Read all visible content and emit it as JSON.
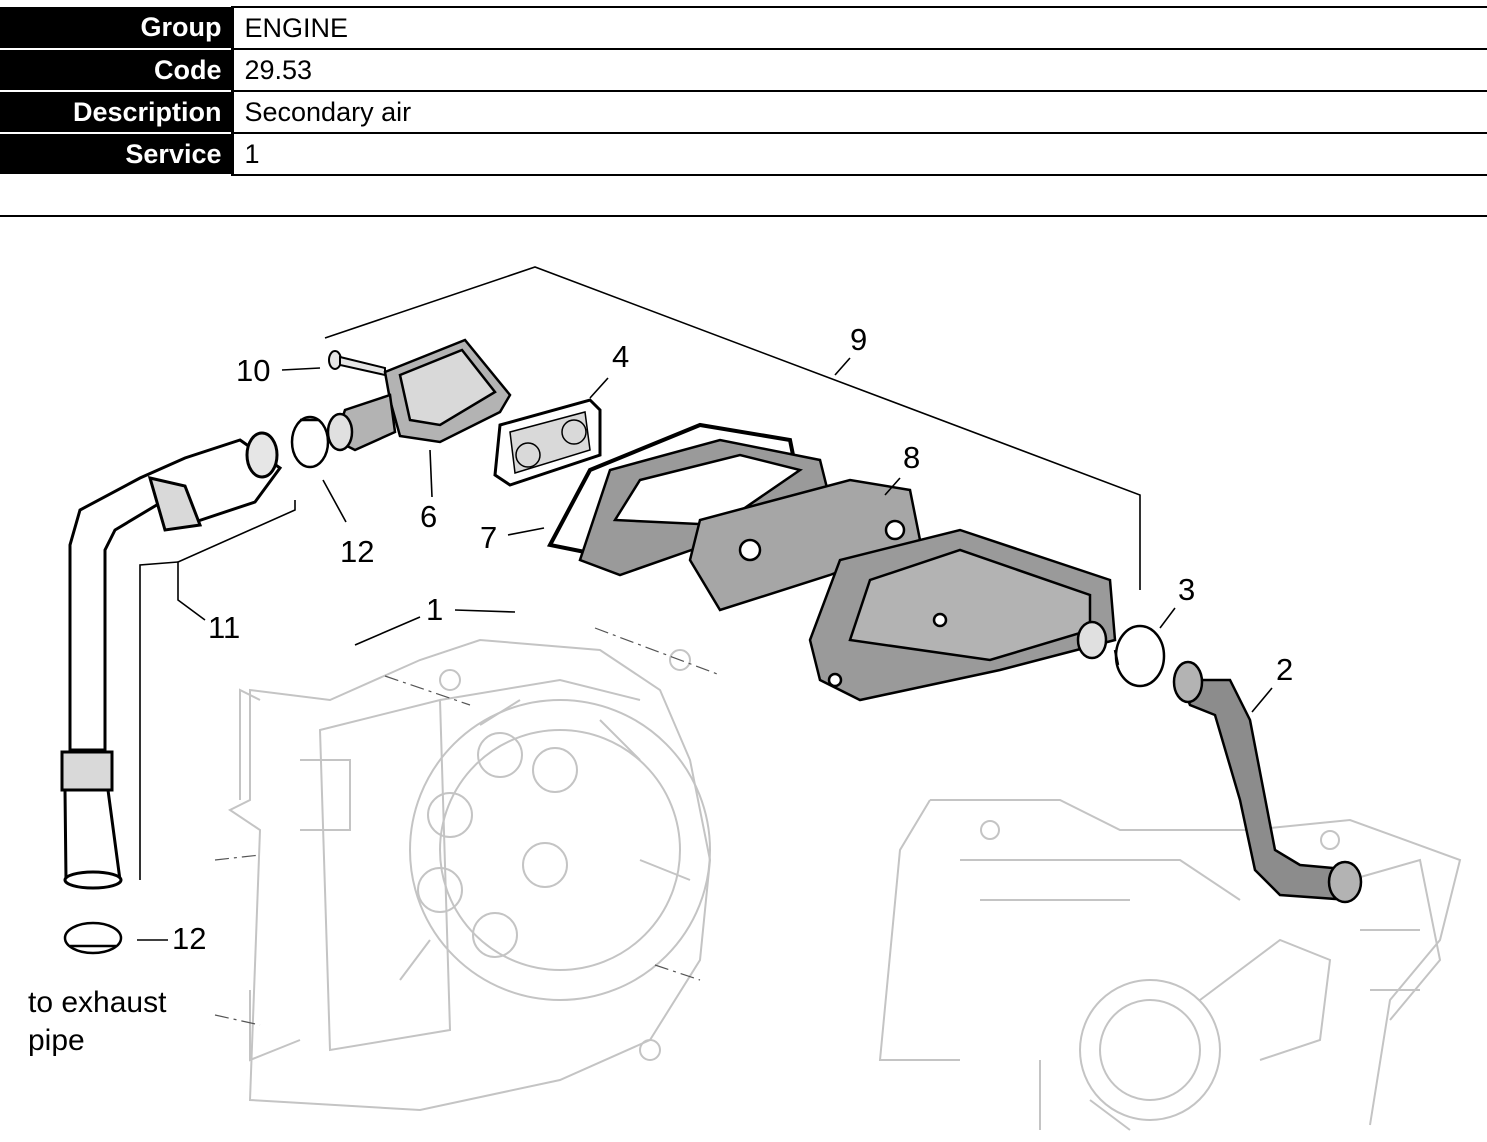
{
  "info": [
    {
      "label": "Group",
      "value": "ENGINE"
    },
    {
      "label": "Code",
      "value": "29.53"
    },
    {
      "label": "Description",
      "value": "Secondary air"
    },
    {
      "label": "Service",
      "value": "1"
    }
  ],
  "diagram": {
    "callouts": {
      "c10": "10",
      "c4": "4",
      "c9": "9",
      "c8": "8",
      "c6": "6",
      "c12a": "12",
      "c7": "7",
      "c3": "3",
      "c2": "2",
      "c1": "1",
      "c11": "11",
      "c12b": "12"
    },
    "note": {
      "line1": "to exhaust",
      "line2": "pipe"
    },
    "colors": {
      "part_fill": "#a6a6a6",
      "line": "#000000",
      "ghost": "#c4c4c4"
    }
  }
}
